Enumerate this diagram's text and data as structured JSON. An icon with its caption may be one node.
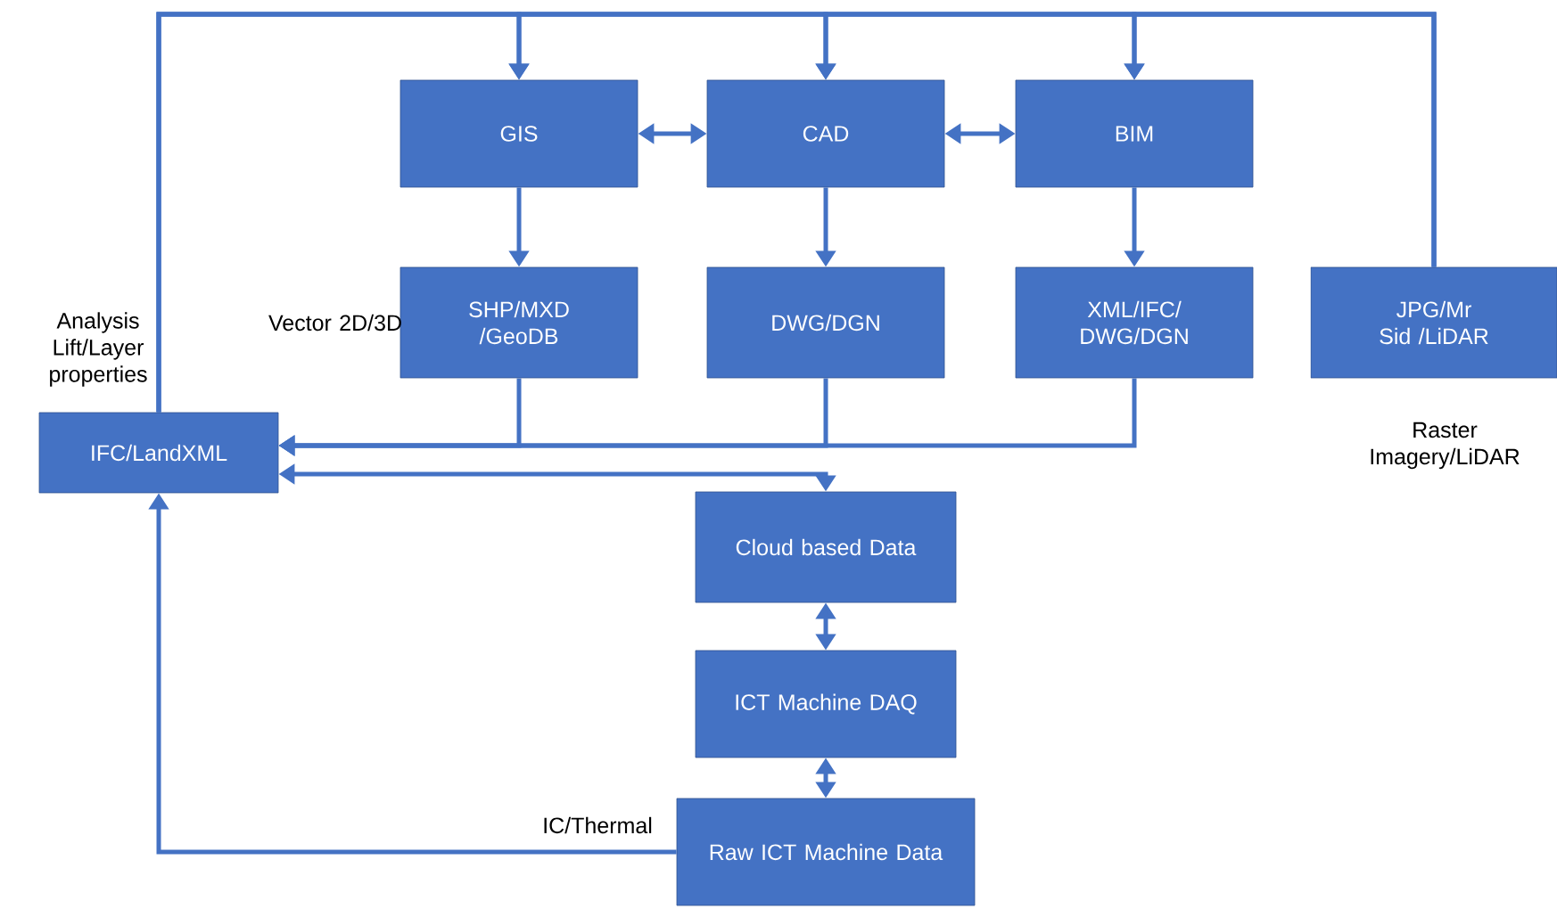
{
  "diagram": {
    "nodes": [
      {
        "text": [
          "GIS"
        ]
      },
      {
        "text": [
          "CAD"
        ]
      },
      {
        "text": [
          "BIM"
        ]
      },
      {
        "text": [
          "SHP/MXD /GeoDB"
        ],
        "beside": [
          "Vector 2D/3D"
        ]
      },
      {
        "text": [
          "DWG/DGN"
        ]
      },
      {
        "text": [
          "XML/IFC/ DWG/DGN"
        ]
      },
      {
        "text": [
          "JPG/Mr Sid /LiDAR"
        ],
        "beside": [
          "Raster Imagery/LiDAR"
        ]
      },
      {
        "text": [
          "IFC/LandXML"
        ]
      },
      {
        "text": [
          "Cloud based Data"
        ]
      },
      {
        "text": [
          "ICT Machine DAQ"
        ]
      },
      {
        "text": [
          "Raw ICT Machine Data"
        ]
      }
    ],
    "edges": [
      {
        "from": 0,
        "to": 1,
        "arrow": "both"
      },
      {
        "from": 1,
        "to": 2,
        "arrow": "both"
      },
      {
        "from": 0,
        "to": 3,
        "arrow": "to"
      },
      {
        "from": 1,
        "to": 4,
        "arrow": "to"
      },
      {
        "from": 2,
        "to": 5,
        "arrow": "to"
      },
      {
        "from": 3,
        "to": 7,
        "arrow": "to"
      },
      {
        "from": 4,
        "to": 7,
        "arrow": "to"
      },
      {
        "from": 5,
        "to": 7,
        "arrow": "to"
      },
      {
        "from": 8,
        "to": 7,
        "arrow": "both"
      },
      {
        "from": 8,
        "to": 9,
        "arrow": "both"
      },
      {
        "from": 9,
        "to": 10,
        "arrow": "both"
      },
      {
        "from": 10,
        "to": 7,
        "arrow": "to",
        "label": "IC/Thermal"
      },
      {
        "from": 7,
        "to": 0,
        "arrow": "to"
      },
      {
        "from": 7,
        "to": 1,
        "arrow": "to"
      },
      {
        "from": 7,
        "to": 2,
        "arrow": "to"
      },
      {
        "from": 6,
        "to": 0,
        "arrow": "to"
      },
      {
        "from": 6,
        "to": 1,
        "arrow": "to"
      },
      {
        "from": 6,
        "to": 2,
        "arrow": "to"
      }
    ],
    "labels": [
      "Analysis Lift/Layer properties"
    ]
  }
}
